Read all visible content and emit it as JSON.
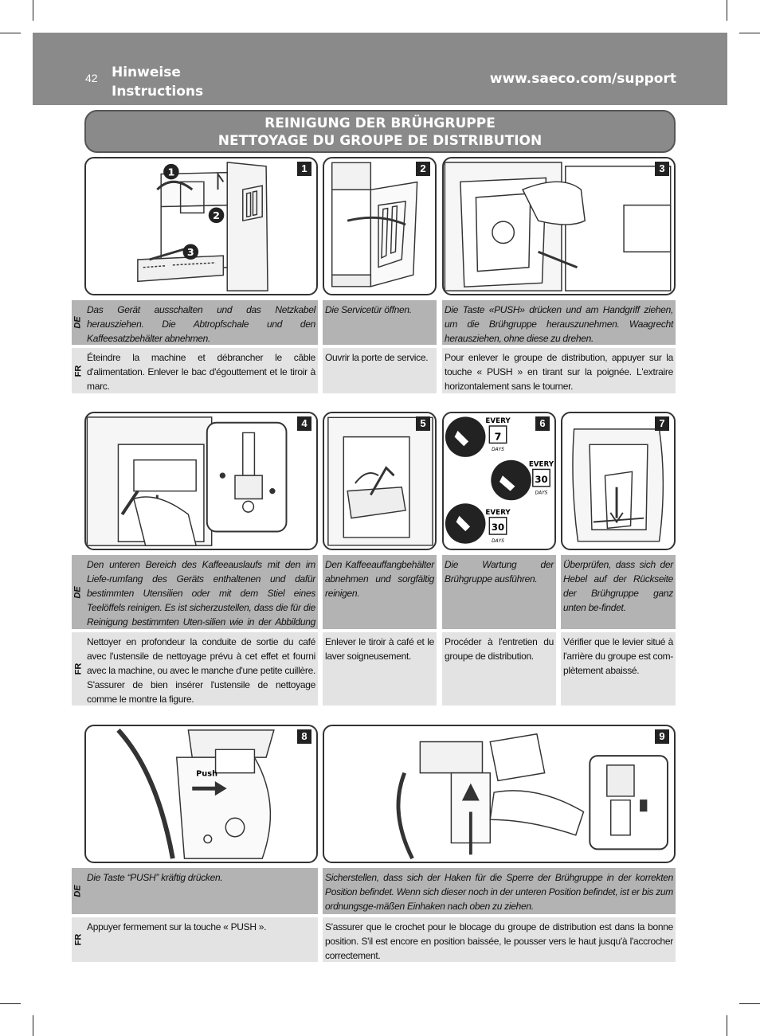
{
  "header": {
    "page_number": "42",
    "section_de": "Hinweise",
    "section_en": "Instructions",
    "url": "www.saeco.com/support"
  },
  "title": {
    "line1": "REINIGUNG DER BRÜHGRUPPE",
    "line2": "NETTOYAGE DU GROUPE DE DISTRIBUTION"
  },
  "lang": {
    "de": "DE",
    "fr": "FR"
  },
  "steps": [
    {
      "number": "1",
      "de": "Das Gerät ausschalten und das Netzkabel herausziehen. Die Abtropfschale und den Kaffeesatzbehälter abnehmen.",
      "fr": "Éteindre la machine et débrancher le câble d'alimentation. Enlever le bac d'égouttement et le tiroir à marc."
    },
    {
      "number": "2",
      "de": "Die Servicetür öffnen.",
      "fr": "Ouvrir la porte de service."
    },
    {
      "number": "3",
      "de": "Die Taste «PUSH» drücken und am Handgriff ziehen, um die Brühgruppe herauszunehmen. Waagrecht herausziehen, ohne diese zu drehen.",
      "fr": "Pour enlever le groupe de distribution, appuyer sur la touche « PUSH » en tirant sur la poignée. L'extraire horizontalement sans le tourner."
    },
    {
      "number": "4",
      "de": "Den unteren Bereich des Kaffeeauslaufs mit den im Liefe-rumfang des Geräts enthaltenen und dafür bestimmten Utensilien oder mit dem Stiel eines Teelöffels reinigen. Es ist sicherzustellen, dass die für die Reinigung bestimmten Uten-silien wie in der Abbildung dargestellt eingesetzt werden.",
      "fr": "Nettoyer en profondeur la conduite de sortie du café avec l'ustensile de nettoyage prévu à cet effet et fourni avec la machine, ou avec le manche d'une petite cuillère. S'assurer de bien insérer l'ustensile de nettoyage comme le montre la figure."
    },
    {
      "number": "5",
      "de": "Den Kaffeeauffangbehälter abnehmen und sorgfältig reinigen.",
      "fr": "Enlever le tiroir à café et le laver soigneusement."
    },
    {
      "number": "6",
      "de": "Die Wartung der Brühgruppe ausführen.",
      "fr": "Procéder à l'entretien du groupe de distribution."
    },
    {
      "number": "7",
      "de": "Überprüfen, dass sich der Hebel auf der Rückseite der Brühgruppe ganz unten be-findet.",
      "fr": "Vérifier que le levier situé à l'arrière du groupe est com-plètement abaissé."
    },
    {
      "number": "8",
      "de": "Die Taste “PUSH” kräftig drücken.",
      "fr": "Appuyer fermement sur la touche « PUSH »."
    },
    {
      "number": "9",
      "de": "Sicherstellen, dass sich der Haken für die Sperre der Brühgruppe in der korrekten Position befindet. Wenn sich dieser noch in der unteren Position befindet, ist er bis zum ordnungsge-mäßen Einhaken nach oben zu ziehen.",
      "fr": "S'assurer que le crochet pour le blocage du groupe de distribution est dans la bonne position. S'il est encore en position baissée, le pousser vers le haut jusqu'à l'accrocher correctement."
    }
  ],
  "icons": {
    "every": "EVERY",
    "days": "DAYS",
    "badge_1": "7",
    "badge_2": "30",
    "badge_3": "30"
  },
  "figure_labels": {
    "push": "Push",
    "callout_1": "1",
    "callout_2": "2",
    "callout_3": "3"
  }
}
